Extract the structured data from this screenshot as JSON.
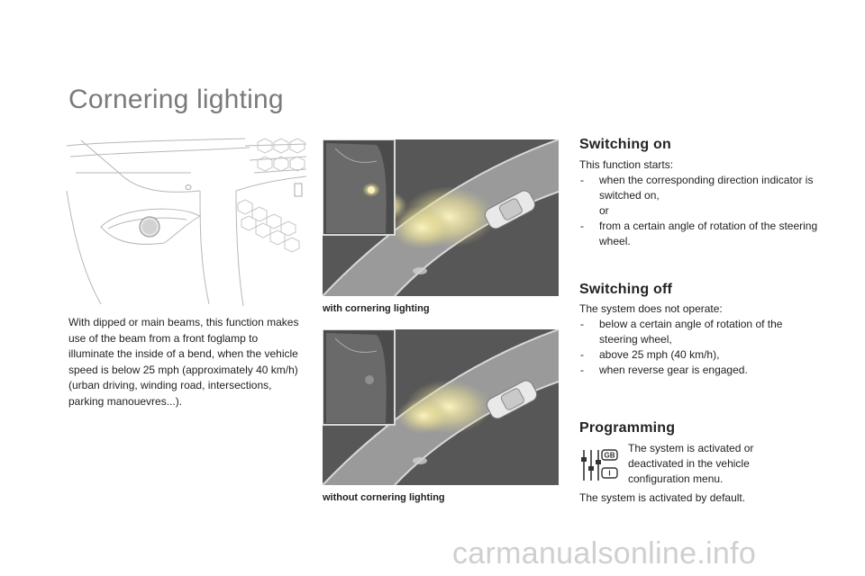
{
  "page": {
    "title": "Cornering lighting"
  },
  "intro": {
    "text": "With dipped or main beams, this function makes use of the beam from a front foglamp to illuminate the inside of a bend, when the vehicle speed is below 25 mph (approximately 40 km/h) (urban driving, winding road, intersections, parking manouevres...)."
  },
  "illustrations": {
    "with_caption": "with cornering lighting",
    "without_caption": "without cornering lighting"
  },
  "switching_on": {
    "heading": "Switching on",
    "intro": "This function starts:",
    "item1": "when the corresponding direction indicator is switched on,",
    "or": "or",
    "item2": "from a certain angle of rotation of the steering wheel."
  },
  "switching_off": {
    "heading": "Switching off",
    "intro": "The system does not operate:",
    "items": [
      "below a certain angle of rotation of the steering wheel,",
      "above 25 mph (40 km/h),",
      "when reverse gear is engaged."
    ]
  },
  "programming": {
    "heading": "Programming",
    "text": "The system is activated or deactivated in the vehicle configuration menu.",
    "default_text": "The system is activated by default.",
    "icon_badge": "GB",
    "icon_badge2": "I"
  },
  "bullet_dash": "-",
  "watermark": "carmanualsonline.info",
  "colors": {
    "title": "#7a7a7a",
    "photo_bg": "#575757",
    "road": "#9a9a9a",
    "beam": "#f3e9a8",
    "watermark": "#cfcfcf"
  }
}
